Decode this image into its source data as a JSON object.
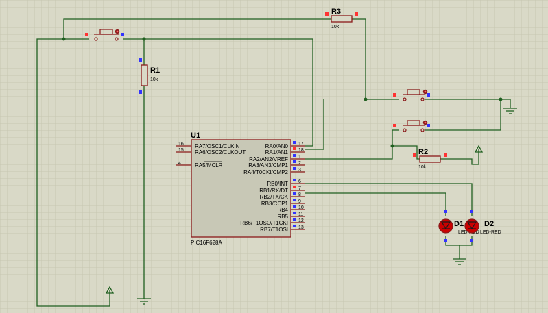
{
  "schematic": {
    "grid_color": "#c3c3ad",
    "background_color": "#d9d9c7",
    "wire_color": "#1f5f1f",
    "component_color": "#8b1a1a",
    "ic_body_color": "#c8c8b6",
    "pin_marker_color": "#3333ff",
    "pin_marker_alt_color": "#ff3333",
    "led_color": "#cc0000",
    "ic": {
      "ref": "U1",
      "part": "PIC16F628A",
      "left_pins": [
        {
          "num": "16",
          "name": "RA7/OSC1/CLKIN"
        },
        {
          "num": "15",
          "name": "RA6/OSC2/CLKOUT"
        },
        {
          "num": "4",
          "name": "RA5/MCLR"
        }
      ],
      "right_pins": [
        {
          "num": "17",
          "name": "RA0/AN0"
        },
        {
          "num": "18",
          "name": "RA1/AN1"
        },
        {
          "num": "1",
          "name": "RA2/AN2/VREF"
        },
        {
          "num": "2",
          "name": "RA3/AN3/CMP1"
        },
        {
          "num": "3",
          "name": "RA4/T0CKI/CMP2"
        },
        {
          "num": "6",
          "name": "RB0/INT"
        },
        {
          "num": "7",
          "name": "RB1/RX/DT"
        },
        {
          "num": "8",
          "name": "RB2/TX/CK"
        },
        {
          "num": "9",
          "name": "RB3/CCP1"
        },
        {
          "num": "10",
          "name": "RB4"
        },
        {
          "num": "11",
          "name": "RB5"
        },
        {
          "num": "12",
          "name": "RB6/T1OSO/T1CKI"
        },
        {
          "num": "13",
          "name": "RB7/T1OSI"
        }
      ]
    },
    "resistors": [
      {
        "ref": "R3",
        "value": "10k"
      },
      {
        "ref": "R1",
        "value": "10k"
      },
      {
        "ref": "R2",
        "value": "10k"
      }
    ],
    "leds": [
      {
        "ref": "D1",
        "label": "LED-RED"
      },
      {
        "ref": "D2",
        "label": "LED-RED"
      }
    ]
  }
}
